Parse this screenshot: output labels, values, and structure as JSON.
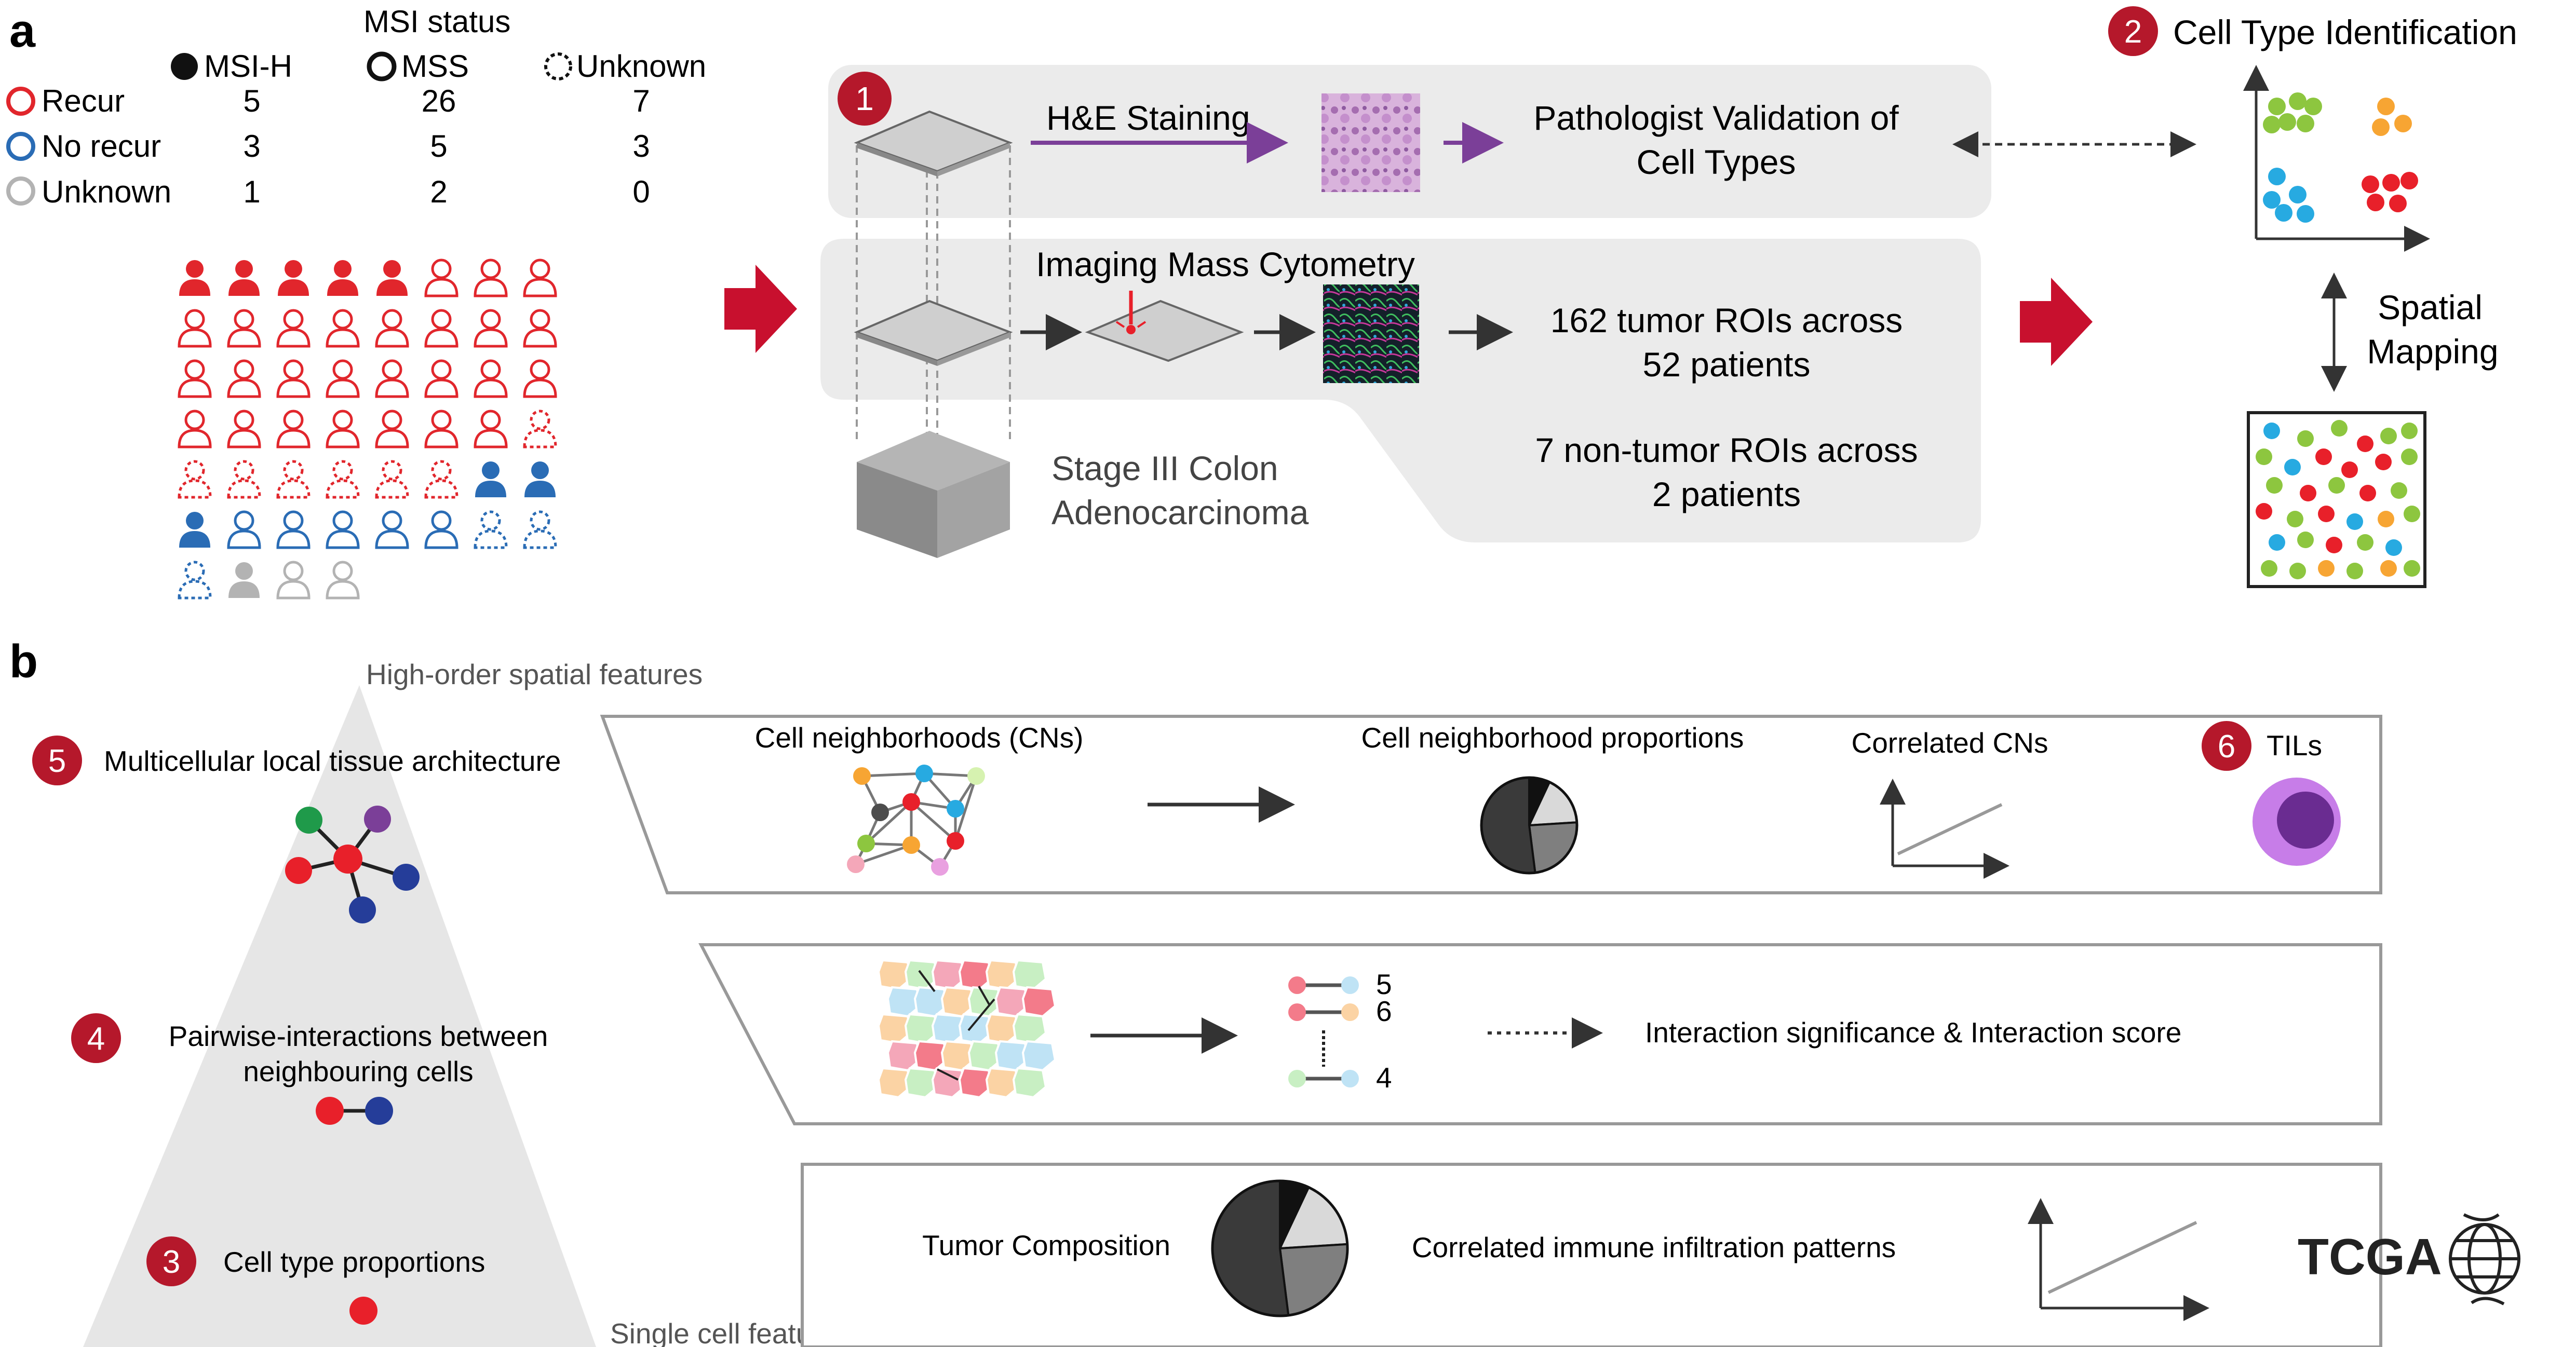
{
  "panel_a": {
    "label": "a",
    "msi_title": "MSI status",
    "msi_columns": [
      "MSI-H",
      "MSS",
      "Unknown"
    ],
    "rows": [
      {
        "label": "Recur",
        "color": "#e1262c",
        "values": [
          "5",
          "26",
          "7"
        ]
      },
      {
        "label": "No recur",
        "color": "#2a6cb5",
        "values": [
          "3",
          "5",
          "3"
        ]
      },
      {
        "label": "Unknown",
        "color": "#b3b3b3",
        "values": [
          "1",
          "2",
          "0"
        ]
      }
    ],
    "step1_badge": "1",
    "he_label": "H&E Staining",
    "pathologist_label_l1": "Pathologist Validation of",
    "pathologist_label_l2": "Cell Types",
    "imc_label": "Imaging Mass Cytometry",
    "tumor_rois_l1": "162 tumor ROIs across",
    "tumor_rois_l2": "52 patients",
    "nontumor_rois_l1": "7 non-tumor ROIs across",
    "nontumor_rois_l2": "2 patients",
    "stage_label_l1": "Stage III Colon",
    "stage_label_l2": "Adenocarcinoma",
    "step2_badge": "2",
    "cell_type_title": "Cell Type Identification",
    "spatial_l1": "Spatial",
    "spatial_l2": "Mapping"
  },
  "panel_b": {
    "label": "b",
    "high_order_label": "High-order spatial features",
    "single_cell_label": "Single cell features",
    "level5_badge": "5",
    "level5_label": "Multicellular local tissue architecture",
    "level4_badge": "4",
    "level4_l1": "Pairwise-interactions between",
    "level4_l2": "neighbouring cells",
    "level3_badge": "3",
    "level3_label": "Cell type proportions",
    "cn_label": "Cell neighborhoods (CNs)",
    "cn_prop_label": "Cell neighborhood proportions",
    "corr_cn_label": "Correlated CNs",
    "tils_badge": "6",
    "tils_label": "TILs",
    "pair_top": "5",
    "pair_mid": "6",
    "pair_bottom": "4",
    "interaction_label": "Interaction significance & Interaction score",
    "tumor_comp_label": "Tumor Composition",
    "corr_immune_label": "Correlated immune infiltration patterns",
    "tcga_label": "TCGA"
  },
  "colors": {
    "badge_red": "#b5182b",
    "arrow_red": "#c8102e",
    "purple": "#7b3f98",
    "light_gray_box": "#ebebeb",
    "cell_green": "#8dc63f",
    "cell_orange": "#f7a533",
    "cell_blue": "#27aae1",
    "cell_red": "#e8202a",
    "tils_outer": "#c77de8",
    "tils_inner": "#6a2c91"
  },
  "icons": [
    "person-icon",
    "stack-icon",
    "he-image-icon",
    "imc-image-icon",
    "scatter-icon",
    "network-icon",
    "pie-icon",
    "line-icon",
    "til-cell-icon",
    "globe-icon"
  ]
}
